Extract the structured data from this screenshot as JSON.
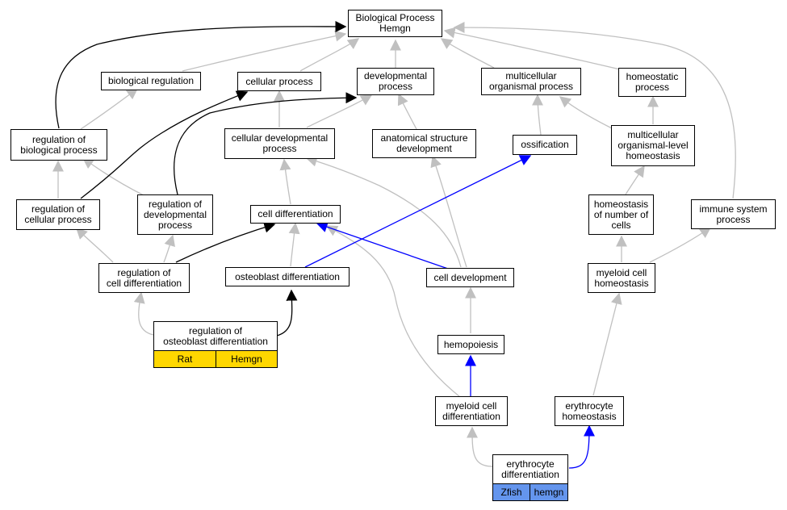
{
  "colors": {
    "gray_edge": "#c0c0c0",
    "black_edge": "#000000",
    "blue_edge": "#0000ff",
    "rat_tag": "#ffd700",
    "zfish_tag": "#6495ed"
  },
  "nodes": {
    "root": "Biological Process\nHemgn",
    "biological_regulation": "biological regulation",
    "cellular_process": "cellular process",
    "developmental_process": "developmental\nprocess",
    "multicellular_organismal_process": "multicellular\norganismal process",
    "homeostatic_process": "homeostatic\nprocess",
    "regulation_of_biological_process": "regulation of\nbiological process",
    "cellular_developmental_process": "cellular developmental\nprocess",
    "anatomical_structure_development": "anatomical structure\ndevelopment",
    "ossification": "ossification",
    "multicellular_organismal_level_homeostasis": "multicellular\norganismal-level\nhomeostasis",
    "regulation_of_cellular_process": "regulation of\ncellular process",
    "regulation_of_developmental_process": "regulation of\ndevelopmental\nprocess",
    "cell_differentiation": "cell differentiation",
    "homeostasis_of_number_of_cells": "homeostasis\nof number of\ncells",
    "immune_system_process": "immune system\nprocess",
    "regulation_of_cell_differentiation": "regulation of\ncell differentiation",
    "osteoblast_differentiation": "osteoblast differentiation",
    "cell_development": "cell development",
    "myeloid_cell_homeostasis": "myeloid cell\nhomeostasis",
    "regulation_of_osteoblast_differentiation": "regulation of\nosteoblast differentiation",
    "hemopoiesis": "hemopoiesis",
    "myeloid_cell_differentiation": "myeloid cell\ndifferentiation",
    "erythrocyte_homeostasis": "erythrocyte\nhomeostasis",
    "erythrocyte_differentiation": "erythrocyte\ndifferentiation"
  },
  "tags": {
    "rat_species": "Rat",
    "rat_gene": "Hemgn",
    "zfish_species": "Zfish",
    "zfish_gene": "hemgn"
  }
}
